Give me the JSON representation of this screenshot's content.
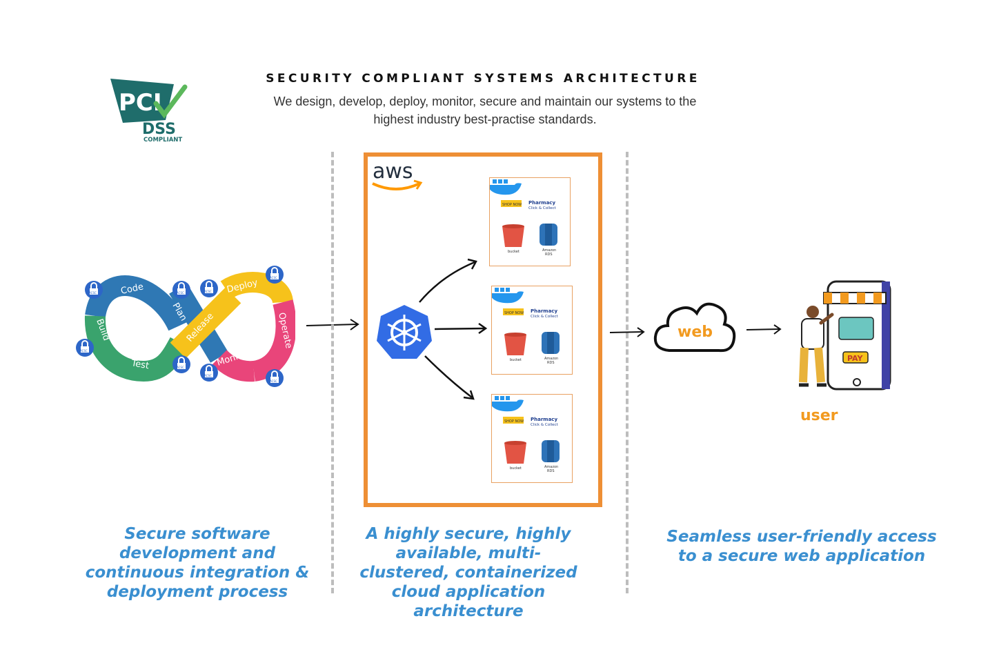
{
  "header": {
    "title": "SECURITY COMPLIANT SYSTEMS ARCHITECTURE",
    "subtitle_line1": "We design, develop, deploy, monitor, secure and maintain our systems to the",
    "subtitle_line2": "highest industry best-practise standards."
  },
  "badge": {
    "pci": "PCI",
    "dss": "DSS",
    "compliant": "COMPLIANT",
    "colors": {
      "teal": "#1f6d6b",
      "check": "#5cb85c"
    }
  },
  "devops_loop": {
    "stages": [
      "Code",
      "Build",
      "Test",
      "Plan",
      "Release",
      "Deploy",
      "Operate",
      "Monitor"
    ],
    "lock_label": "ACSC",
    "colors": {
      "blue": "#2f78b4",
      "green": "#3aa36d",
      "yellow": "#f6c21b",
      "pink": "#e9457a",
      "lock": "#2d66c8"
    }
  },
  "aws": {
    "logo": "aws",
    "frame_color": "#ee8f35",
    "clusters": [
      {
        "shop": "SHOP NOW",
        "pharmacy": "Pharmacy",
        "click_collect": "Click & Collect",
        "bucket": "bucket",
        "rds_line1": "Amazon",
        "rds_line2": "RDS"
      },
      {
        "shop": "SHOP NOW",
        "pharmacy": "Pharmacy",
        "click_collect": "Click & Collect",
        "bucket": "bucket",
        "rds_line1": "Amazon",
        "rds_line2": "RDS"
      },
      {
        "shop": "SHOP NOW",
        "pharmacy": "Pharmacy",
        "click_collect": "Click & Collect",
        "bucket": "bucket",
        "rds_line1": "Amazon",
        "rds_line2": "RDS"
      }
    ]
  },
  "web": {
    "label": "web"
  },
  "user": {
    "label": "user",
    "pay": "PAY"
  },
  "captions": {
    "left": "Secure software development and continuous integration & deployment process",
    "middle": "A highly secure, highly available, multi-clustered, containerized cloud application architecture",
    "right": "Seamless user-friendly access to a secure web application"
  }
}
